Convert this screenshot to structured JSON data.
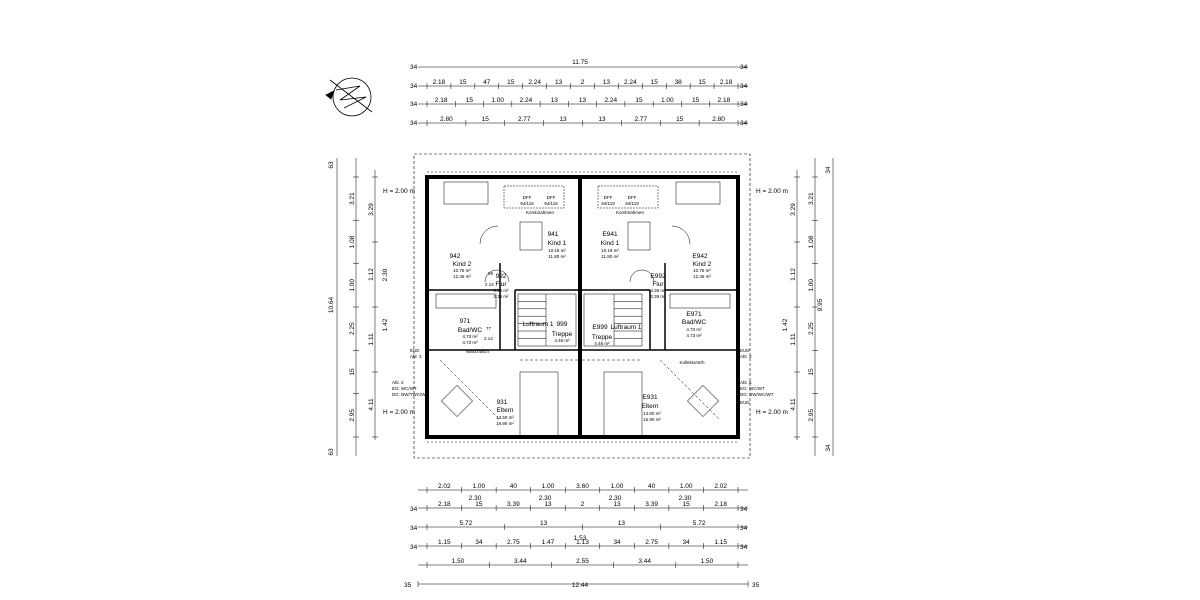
{
  "dimensions": {
    "top_overall": "11.75",
    "top_row1": [
      "2.18",
      "15",
      "47",
      "15",
      "2.24",
      "13",
      "2",
      "13",
      "2.24",
      "15",
      "38",
      "15",
      "2.18"
    ],
    "top_row2": [
      "2.18",
      "15",
      "1.00",
      "2.24",
      "13",
      "13",
      "2.24",
      "15",
      "1.00",
      "15",
      "2.18"
    ],
    "top_row3": [
      "2.80",
      "15",
      "2.77",
      "13",
      "13",
      "2.77",
      "15",
      "2.80"
    ],
    "edge_small": "34",
    "left_overall": "10.64",
    "left_col1": [
      "3.29",
      "1.12",
      "1.11",
      "4.11"
    ],
    "left_col2": [
      "3.21",
      "1.08",
      "1.00",
      "2.25",
      "15",
      "2.95"
    ],
    "left_col3": [
      "2.30",
      "1.42"
    ],
    "right_overall": "9.95",
    "right_col1": [
      "3.29",
      "1.12",
      "1.11",
      "4.11"
    ],
    "right_col2": [
      "3.21",
      "1.08",
      "1.00",
      "2.25",
      "15",
      "2.95"
    ],
    "right_col3": [
      "1.42"
    ],
    "edge_63": "63",
    "bottom_row1": [
      "2.02",
      "1.00",
      "40",
      "1.00",
      "3.60",
      "1.00",
      "40",
      "1.00",
      "2.02"
    ],
    "bottom_row1b": [
      "2.30",
      "2.30",
      "2.30",
      "2.30"
    ],
    "bottom_row2": [
      "2.18",
      "15",
      "3.39",
      "13",
      "2",
      "13",
      "3.39",
      "15",
      "2.18"
    ],
    "bottom_row3": [
      "5.72",
      "13",
      "13",
      "5.72"
    ],
    "bottom_row3b": "1.53",
    "bottom_row4": [
      "1.15",
      "34",
      "2.75",
      "1.47",
      "1.13",
      "34",
      "2.75",
      "34",
      "1.15"
    ],
    "bottom_row5": [
      "1.50",
      "3.44",
      "2.55",
      "3.44",
      "1.50"
    ],
    "bottom_overall": "12.44",
    "edge_35": "35"
  },
  "height_labels": {
    "left_top": "H = 2.00 m",
    "left_bottom": "H = 2.00 m",
    "right_top": "H = 2.00 m",
    "right_bottom": "H = 2.00 m"
  },
  "rooms_left": {
    "kind2": {
      "id": "942",
      "name": "Kind 2",
      "area1": "10.76 m²",
      "area2": "12.36 m²"
    },
    "kind1": {
      "id": "941",
      "name": "Kind 1",
      "area1": "10.18 m²",
      "area2": "11.80 m²"
    },
    "flur": {
      "id": "992",
      "name": "Flur",
      "area1": "3.39 m²",
      "area2": "3.39 m²"
    },
    "bad": {
      "id": "971",
      "name": "Bad/WC",
      "area1": "4.73 m²",
      "area2": "4.73 m²"
    },
    "luftraum": {
      "name": "Luftraum 1"
    },
    "treppe": {
      "id": "999",
      "name": "Treppe",
      "area1": "4.46 m²"
    },
    "eltern": {
      "id": "931",
      "name": "Eltern",
      "area1": "13.60 m²",
      "area2": "16.90 m²"
    },
    "dff1": "DFF",
    "dff2": "DFF",
    "dff_size": "94/118",
    "kombi": "Kombirahmen"
  },
  "rooms_right": {
    "kind1": {
      "id": "E941",
      "name": "Kind 1",
      "area1": "10.19 m²",
      "area2": "11.80 m²"
    },
    "kind2": {
      "id": "E942",
      "name": "Kind 2",
      "area1": "10.76 m²",
      "area2": "12.36 m²"
    },
    "flur": {
      "id": "E992",
      "name": "Flur",
      "area1": "3.39 m²",
      "area2": "3.39 m²"
    },
    "bad": {
      "id": "E971",
      "name": "Bad/WC",
      "area1": "4.73 m²",
      "area2": "4.73 m²"
    },
    "luftraum": {
      "name": "Luftraum 1"
    },
    "treppe": {
      "id": "E999",
      "name": "Treppe",
      "area1": "4.46 m²"
    },
    "eltern": {
      "id": "E931",
      "name": "Eltern",
      "area1": "13.60 m²",
      "area2": "16.90 m²"
    },
    "kollektor": "Kollektorstrh",
    "dff1": "DFF",
    "dff2": "DFF",
    "dff_size": "94/118",
    "kombi": "Kombirahmen"
  },
  "annotations": {
    "left_abl": "Abl. 2",
    "left_eg": "EG: WC/WT",
    "left_dg": "DG: BW/TWC/WT",
    "right_abl": "Abl. 5",
    "right_eg": "EG: WC/WT",
    "right_dg": "DG: BW/WC/WT",
    "eud": "EUD",
    "abl": "Abl. 3",
    "lavatory": "Waschtisch"
  },
  "door_marks": {
    "d1": "88",
    "d2": "2.14",
    "d3": "77",
    "d4": "2.14"
  }
}
